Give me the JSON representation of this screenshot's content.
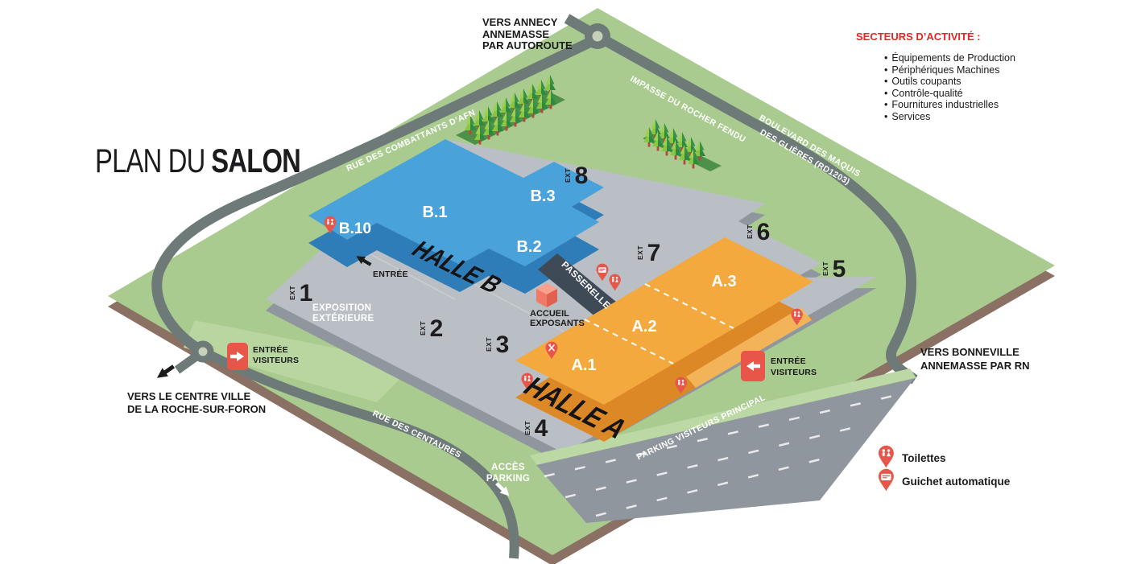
{
  "title": {
    "light": "PLAN DU",
    "bold": "SALON"
  },
  "sectors": {
    "heading": "SECTEURS D’ACTIVITÉ :",
    "bullet": "•",
    "items": [
      "Équipements de Production",
      "Périphériques Machines",
      "Outils coupants",
      "Contrôle-qualité",
      "Fournitures industrielles",
      "Services"
    ]
  },
  "directions": {
    "annecy_1": "VERS ANNECY",
    "annecy_2": "ANNEMASSE",
    "annecy_3": "PAR AUTOROUTE",
    "bonneville_1": "VERS BONNEVILLE",
    "bonneville_2": "ANNEMASSE PAR RN",
    "centre_1": "VERS LE CENTRE VILLE",
    "centre_2": "DE LA ROCHE-SUR-FORON"
  },
  "roads": {
    "impasse": "IMPASSE DU ROCHER FENDU",
    "combattants": "RUE DES COMBATTANTS D’AFN",
    "boulevard_1": "BOULEVARD DES MAQUIS",
    "boulevard_2": "DES GLIÈRES (RD1203)",
    "centaures": "RUE DES CENTAURES",
    "parking": "PARKING VISITEURS PRINCIPAL"
  },
  "halls": {
    "b": {
      "name": "HALLE B",
      "z1": "B.1",
      "z2": "B.2",
      "z3": "B.3",
      "z10": "B.10",
      "entrance": "ENTRÉE"
    },
    "a": {
      "name": "HALLE A",
      "z1": "A.1",
      "z2": "A.2",
      "z3": "A.3"
    }
  },
  "ext": {
    "prefix": "EXT",
    "n1": "1",
    "n2": "2",
    "n3": "3",
    "n4": "4",
    "n5": "5",
    "n6": "6",
    "n7": "7",
    "n8": "8"
  },
  "labels": {
    "exposition_1": "EXPOSITION",
    "exposition_2": "EXTÉRIEURE",
    "passerelle": "PASSERELLE",
    "accueil_1": "ACCUEIL",
    "accueil_2": "EXPOSANTS",
    "acces_1": "ACCÈS",
    "acces_2": "PARKING",
    "entree_1": "ENTRÉE",
    "entree_2": "VISITEURS"
  },
  "legend": {
    "toilets": "Toilettes",
    "atm": "Guichet automatique"
  },
  "colors": {
    "accent_red": "#E8564A",
    "hall_a_orange": "#F4A93F",
    "hall_b_blue": "#4AA2DA",
    "land_green": "#A9CB8F",
    "road_gray": "#6E7A78",
    "platform_gray": "#B9BFC4",
    "parking_gray": "#8F969D",
    "passerelle_slate": "#3E4A56"
  }
}
